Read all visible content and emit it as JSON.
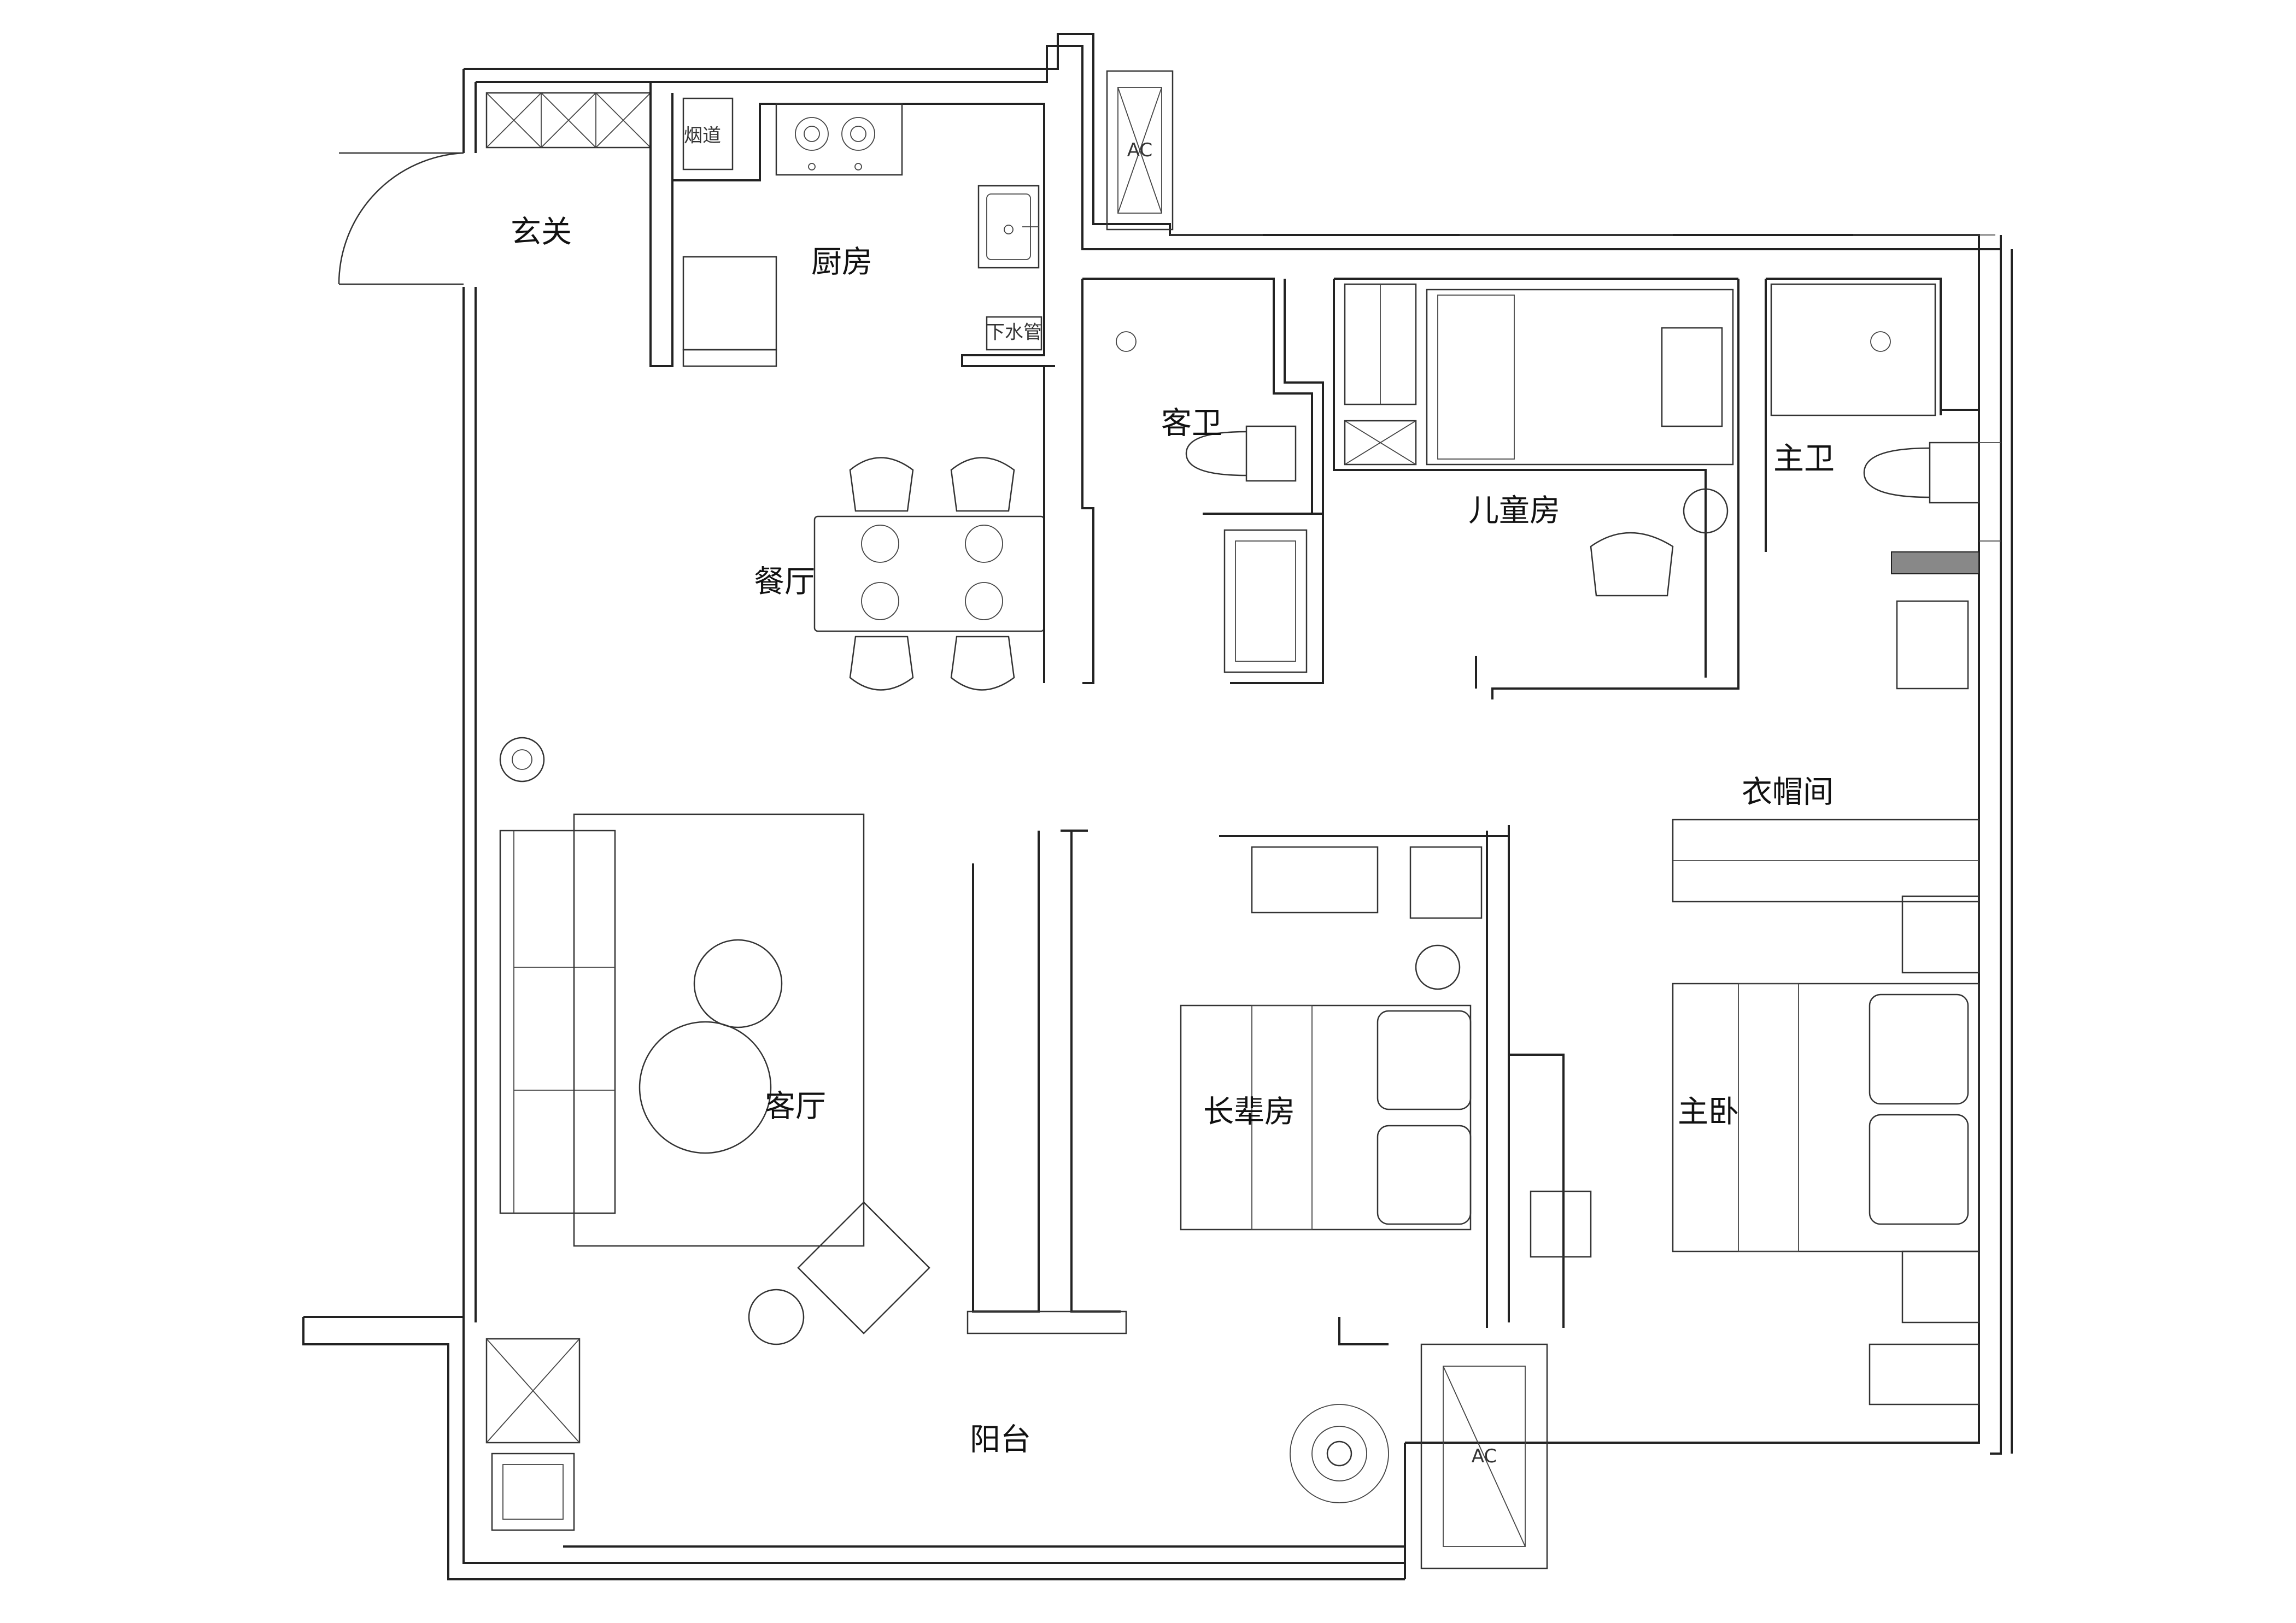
{
  "rooms": {
    "entrance": "玄关",
    "kitchen": "厨房",
    "dining": "餐厅",
    "guest_bath": "客卫",
    "kids_room": "儿童房",
    "master_bath": "主卫",
    "cloakroom": "衣帽间",
    "living": "客厅",
    "elder_room": "长辈房",
    "master_bedroom": "主卧",
    "balcony": "阳台"
  },
  "tags": {
    "flue": "烟道",
    "drain": "下水管",
    "ac": "AC"
  }
}
